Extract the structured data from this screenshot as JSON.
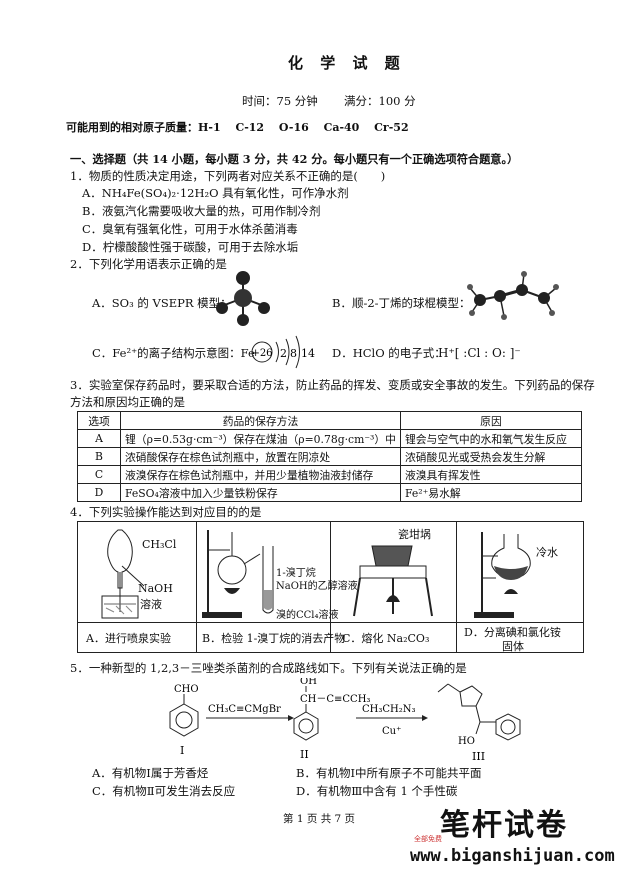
{
  "header": {
    "title": "化 学 试 题",
    "time": "时间：75 分钟",
    "score": "满分：100 分",
    "atomic_masses": "可能用到的相对原子质量：H-1　 C-12　 O-16　 Ca-40　 Cr-52"
  },
  "section1": {
    "heading": "一、选择题（共 14 小题，每小题 3 分，共 42 分。每小题只有一个正确选项符合题意。）"
  },
  "q1": {
    "stem": "1．物质的性质决定用途，下列两者对应关系不正确的是(　　)",
    "options": [
      "A．NH₄Fe(SO₄)₂·12H₂O 具有氧化性，可作净水剂",
      "B．液氨汽化需要吸收大量的热，可用作制冷剂",
      "C．臭氧有强氧化性，可用于水体杀菌消毒",
      "D．柠檬酸酸性强于碳酸，可用于去除水垢"
    ]
  },
  "q2": {
    "stem": "2．下列化学用语表示正确的是",
    "a": "A．SO₃ 的 VSEPR 模型：",
    "b": "B．顺-2-丁烯的球棍模型：",
    "c": "C．Fe²⁺的离子结构示意图：Fe",
    "c_nucleus": "+26",
    "c_shells": [
      "2",
      "8",
      "14"
    ],
    "d": "D．HClO 的电子式：",
    "d_formula": "H⁺[ :Cl : O: ]⁻"
  },
  "q3": {
    "stem1": "3．实验室保存药品时，要采取合适的方法，防止药品的挥发、变质或安全事故的发生。下列药品的保存",
    "stem2": "方法和原因均正确的是",
    "headers": [
      "选项",
      "药品的保存方法",
      "原因"
    ],
    "rows": [
      [
        "A",
        "锂（ρ=0.53g·cm⁻³）保存在煤油（ρ=0.78g·cm⁻³）中",
        "锂会与空气中的水和氧气发生反应"
      ],
      [
        "B",
        "浓硝酸保存在棕色试剂瓶中，放置在阴凉处",
        "浓硝酸见光或受热会发生分解"
      ],
      [
        "C",
        "液溴保存在棕色试剂瓶中，并用少量植物油液封储存",
        "液溴具有挥发性"
      ],
      [
        "D",
        "FeSO₄溶液中加入少量铁粉保存",
        "Fe²⁺易水解"
      ]
    ]
  },
  "q4": {
    "stem": "4．下列实验操作能达到对应目的的是",
    "labels": {
      "a_gas": "CH₃Cl",
      "a_sol1": "NaOH",
      "a_sol2": "溶液",
      "b_r1": "1-溴丁烷",
      "b_r2": "NaOH的乙醇溶液",
      "b_sol": "溴的CCl₄溶液",
      "c_top": "瓷坩埚",
      "d_water": "冷水"
    },
    "captions": [
      "A．进行喷泉实验",
      "B．检验 1-溴丁烷的消去产物",
      "C．熔化 Na₂CO₃",
      "D．分离碘和氯化铵",
      "固体"
    ]
  },
  "q5": {
    "stem": "5．一种新型的 1,2,3－三唑类杀菌剂的合成路线如下。下列有关说法正确的是",
    "scheme": {
      "cho": "CHO",
      "reagent1": "CH₃C≡CMgBr",
      "oh": "OH",
      "side_chain": "CH－C≡CCH₃",
      "reagent2": "CH₃CH₂N₃",
      "reagent3": "Cu⁺",
      "ho": "HO",
      "label_i": "I",
      "label_ii": "II",
      "label_iii": "III"
    },
    "options": [
      "A．有机物Ⅰ属于芳香烃",
      "B．有机物Ⅰ中所有原子不可能共平面",
      "C．有机物Ⅱ可发生消去反应",
      "D．有机物Ⅲ中含有 1 个手性碳"
    ]
  },
  "footer": {
    "page": "第 1 页 共 7 页"
  },
  "watermark": {
    "brand": "笔杆试卷",
    "small": "全部免费",
    "url": "www.biganshijuan.com"
  }
}
